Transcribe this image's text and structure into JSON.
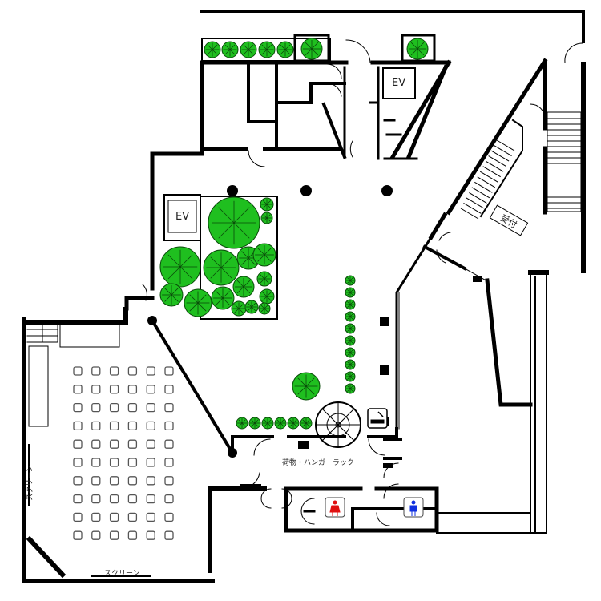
{
  "title": "Floor plan",
  "labels": {
    "ev_left": "EV",
    "ev_top": "EV",
    "reception": "受付",
    "luggage_rack": "荷物・ハンガーラック",
    "screen_side": "スクリーン",
    "screen_bottom": "スクリーン"
  },
  "colors": {
    "wall": "#000000",
    "plant": "#1fbf1f",
    "plant_dark": "#0a4a0a",
    "female_toilet": "#e01010",
    "male_toilet": "#1030e0"
  },
  "icons": [
    "tree-icon",
    "smoking-area-icon",
    "female-toilet-icon",
    "male-toilet-icon",
    "spiral-staircase-icon"
  ]
}
